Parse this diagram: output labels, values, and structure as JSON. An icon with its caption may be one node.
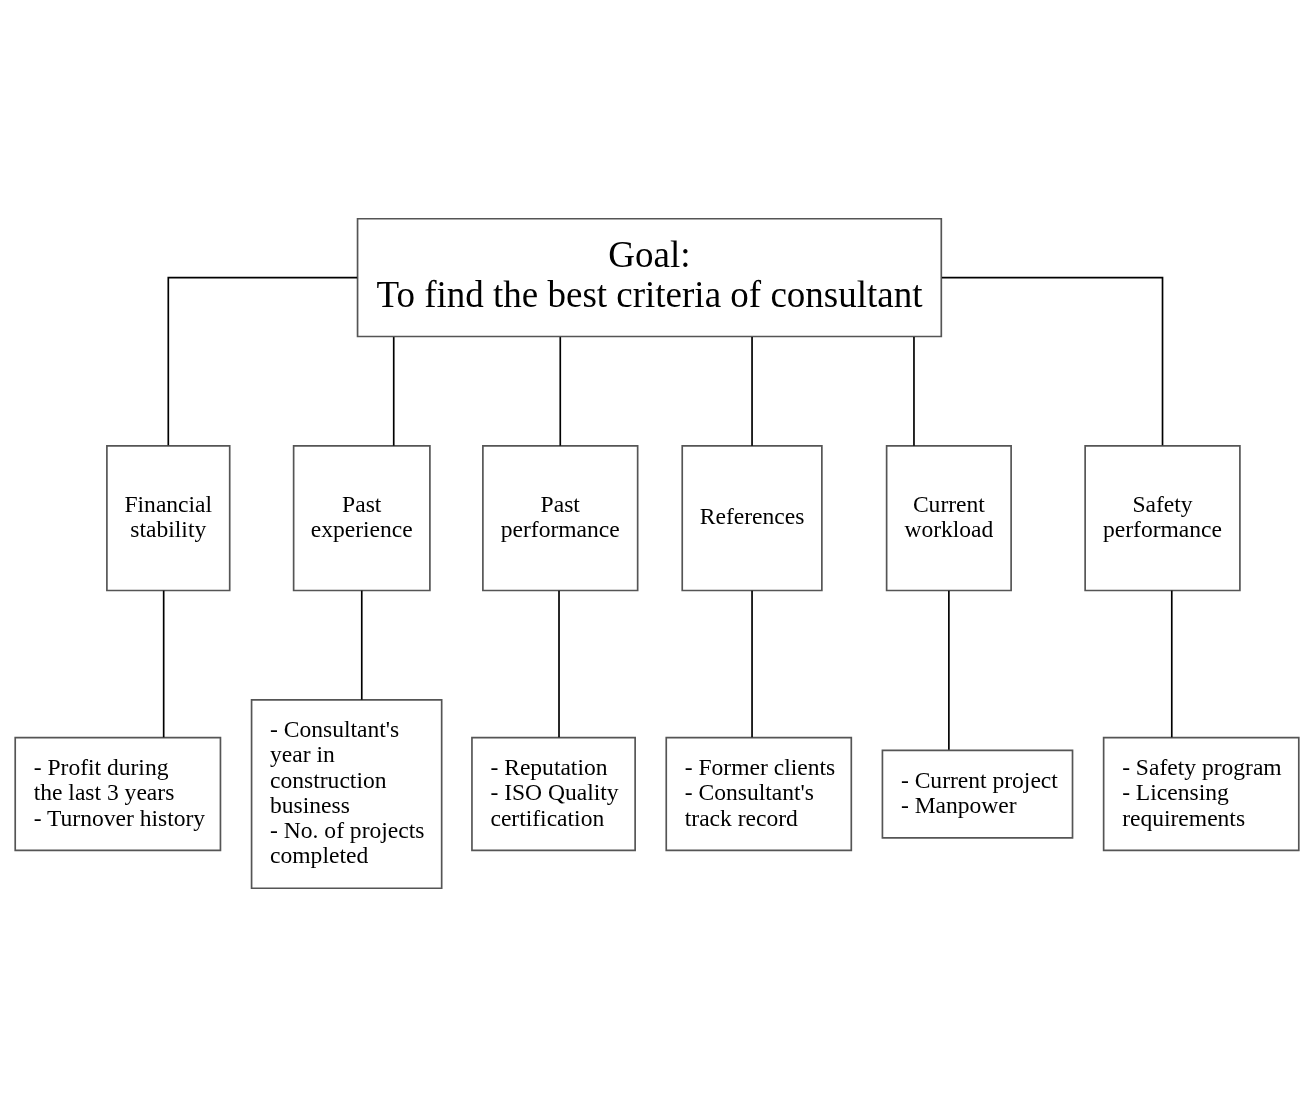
{
  "diagram": {
    "nodes": [
      {
        "text": [
          "Goal:",
          "To find the best criteria of consultant"
        ]
      },
      {
        "text": [
          "Financial stability"
        ]
      },
      {
        "text": [
          "Past experience"
        ]
      },
      {
        "text": [
          "Past performance"
        ]
      },
      {
        "text": [
          "References"
        ]
      },
      {
        "text": [
          "Current workload"
        ]
      },
      {
        "text": [
          "Safety performance"
        ]
      },
      {
        "text": [
          "- Profit during the last 3 years",
          "- Turnover history"
        ]
      },
      {
        "text": [
          "- Consultant's year in construction business",
          "- No. of projects completed"
        ]
      },
      {
        "text": [
          "- Reputation",
          "- ISO Quality certification"
        ]
      },
      {
        "text": [
          "- Former clients",
          "- Consultant's track record"
        ]
      },
      {
        "text": [
          "- Current project",
          "- Manpower"
        ]
      },
      {
        "text": [
          "- Safety program",
          "- Licensing requirements"
        ]
      }
    ],
    "edges": [
      {
        "from": 0,
        "to": 1,
        "arrow": "none"
      },
      {
        "from": 0,
        "to": 2,
        "arrow": "none"
      },
      {
        "from": 0,
        "to": 3,
        "arrow": "none"
      },
      {
        "from": 0,
        "to": 4,
        "arrow": "none"
      },
      {
        "from": 0,
        "to": 5,
        "arrow": "none"
      },
      {
        "from": 0,
        "to": 6,
        "arrow": "none"
      },
      {
        "from": 1,
        "to": 7,
        "arrow": "none"
      },
      {
        "from": 2,
        "to": 8,
        "arrow": "none"
      },
      {
        "from": 3,
        "to": 9,
        "arrow": "none"
      },
      {
        "from": 4,
        "to": 10,
        "arrow": "none"
      },
      {
        "from": 5,
        "to": 11,
        "arrow": "none"
      },
      {
        "from": 6,
        "to": 12,
        "arrow": "none"
      }
    ]
  }
}
